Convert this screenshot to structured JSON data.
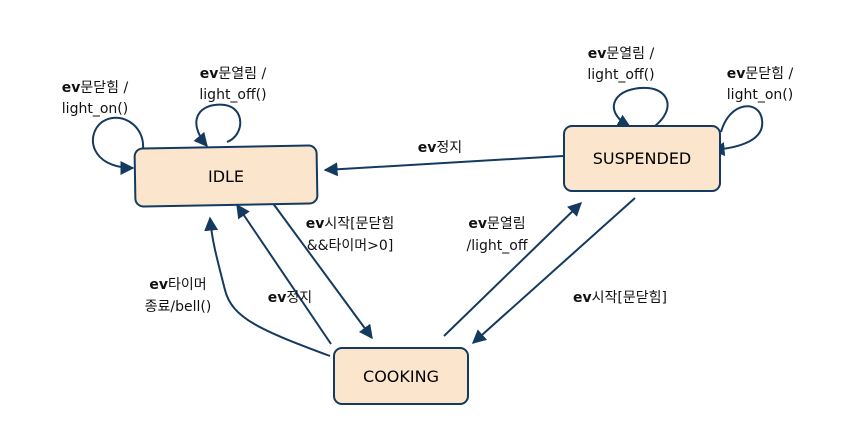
{
  "states": {
    "idle": "IDLE",
    "suspended": "SUSPENDED",
    "cooking": "COOKING"
  },
  "transitions": {
    "idle_close_self": {
      "ev": "ev",
      "line1": "문닫힘 /",
      "line2": "light_on()"
    },
    "idle_open_self": {
      "ev": "ev",
      "line1": "문열림 /",
      "line2": "light_off()"
    },
    "susp_open_self": {
      "ev": "ev",
      "line1": "문열림 /",
      "line2": "light_off()"
    },
    "susp_close_self": {
      "ev": "ev",
      "line1": "문닫힘 /",
      "line2": "light_on()"
    },
    "susp_to_idle": {
      "ev": "ev",
      "line1": "정지"
    },
    "idle_to_cooking": {
      "ev": "ev",
      "line1": "시작[문닫힘",
      "line2": "&&타이머>0]"
    },
    "cooking_to_idle_stop": {
      "ev": "ev",
      "line1": "정지"
    },
    "cooking_to_idle_timer": {
      "ev": "ev",
      "line1": "타이머",
      "line2": "종료/bell()"
    },
    "cooking_to_susp": {
      "ev": "ev",
      "line1": "문열림",
      "line2": "/light_off"
    },
    "susp_to_cooking": {
      "ev": "ev",
      "line1": "시작[문닫힘]"
    }
  },
  "colors": {
    "state_fill": "#fbe5cc",
    "edge": "#143a60"
  }
}
